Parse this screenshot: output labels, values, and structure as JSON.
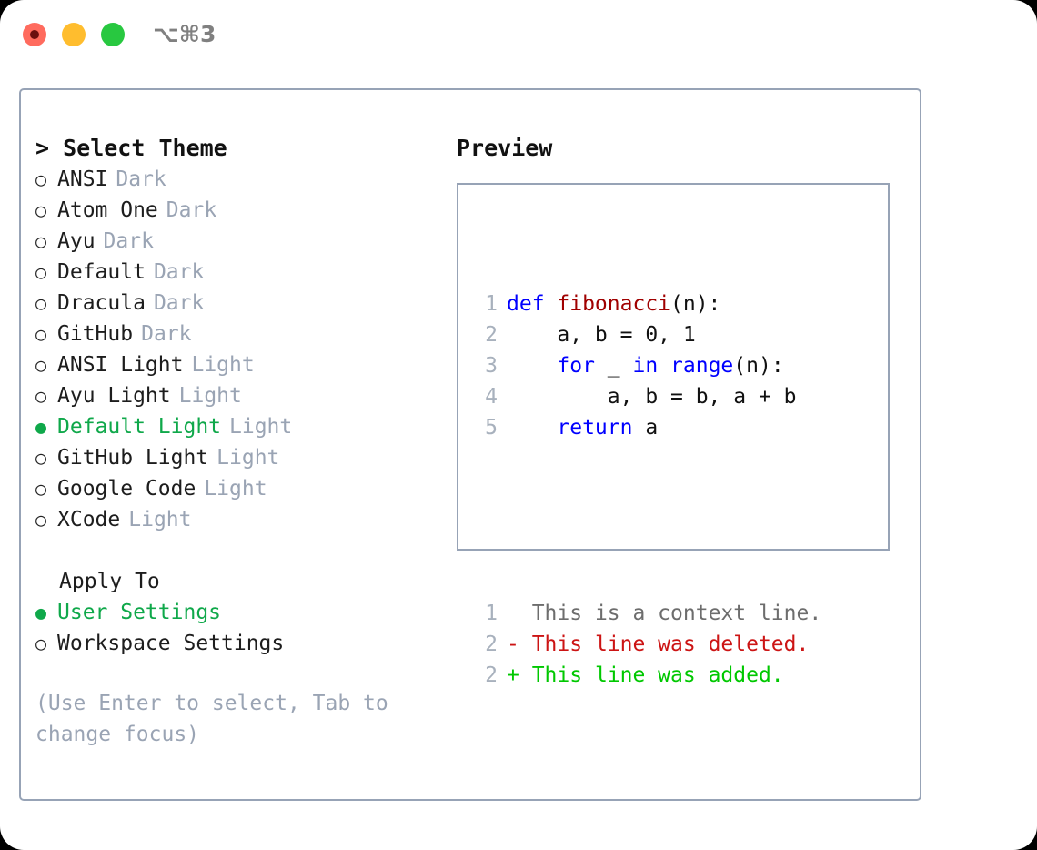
{
  "titlebar": {
    "lights": [
      {
        "name": "close",
        "color": "#ff6b5e"
      },
      {
        "name": "minimize",
        "color": "#ffbd2e"
      },
      {
        "name": "zoom",
        "color": "#28c840"
      }
    ],
    "shortcut": "⌥⌘3"
  },
  "colors": {
    "accent_green": "#0fa84a",
    "muted": "#9aa4b4",
    "border": "#97a3b6",
    "keyword": "#0000ff",
    "function": "#a00000",
    "diff_deleted": "#cc1414",
    "diff_added": "#00c800",
    "line_number": "#a8b1bd"
  },
  "left": {
    "header": "> Select Theme",
    "themes": [
      {
        "bullet": "○",
        "name": "ANSI",
        "kind": "Dark",
        "selected": false
      },
      {
        "bullet": "○",
        "name": "Atom One",
        "kind": "Dark",
        "selected": false
      },
      {
        "bullet": "○",
        "name": "Ayu",
        "kind": "Dark",
        "selected": false
      },
      {
        "bullet": "○",
        "name": "Default",
        "kind": "Dark",
        "selected": false
      },
      {
        "bullet": "○",
        "name": "Dracula",
        "kind": "Dark",
        "selected": false
      },
      {
        "bullet": "○",
        "name": "GitHub",
        "kind": "Dark",
        "selected": false
      },
      {
        "bullet": "○",
        "name": "ANSI Light",
        "kind": "Light",
        "selected": false
      },
      {
        "bullet": "○",
        "name": "Ayu Light",
        "kind": "Light",
        "selected": false
      },
      {
        "bullet": "●",
        "name": "Default Light",
        "kind": "Light",
        "selected": true
      },
      {
        "bullet": "○",
        "name": "GitHub Light",
        "kind": "Light",
        "selected": false
      },
      {
        "bullet": "○",
        "name": "Google Code",
        "kind": "Light",
        "selected": false
      },
      {
        "bullet": "○",
        "name": "XCode",
        "kind": "Light",
        "selected": false
      }
    ],
    "apply_to": {
      "title": "Apply To",
      "options": [
        {
          "bullet": "●",
          "name": "User Settings",
          "selected": true
        },
        {
          "bullet": "○",
          "name": "Workspace Settings",
          "selected": false
        }
      ]
    },
    "hint": "(Use Enter to select, Tab to change focus)"
  },
  "right": {
    "label": "Preview",
    "code_lines": [
      {
        "number": "1",
        "tokens": [
          {
            "text": "def ",
            "kind": "kw"
          },
          {
            "text": "fibonacci",
            "kind": "fn"
          },
          {
            "text": "(n):",
            "kind": "plain"
          }
        ]
      },
      {
        "number": "2",
        "tokens": [
          {
            "text": "    a, b = 0, 1",
            "kind": "plain"
          }
        ]
      },
      {
        "number": "3",
        "tokens": [
          {
            "text": "    ",
            "kind": "plain"
          },
          {
            "text": "for",
            "kind": "kw"
          },
          {
            "text": " _ ",
            "kind": "plain"
          },
          {
            "text": "in",
            "kind": "kw"
          },
          {
            "text": " ",
            "kind": "plain"
          },
          {
            "text": "range",
            "kind": "kw"
          },
          {
            "text": "(n):",
            "kind": "plain"
          }
        ]
      },
      {
        "number": "4",
        "tokens": [
          {
            "text": "        a, b = b, a + b",
            "kind": "plain"
          }
        ]
      },
      {
        "number": "5",
        "tokens": [
          {
            "text": "    ",
            "kind": "plain"
          },
          {
            "text": "return",
            "kind": "kw"
          },
          {
            "text": " a",
            "kind": "plain"
          }
        ]
      }
    ],
    "diff_lines": [
      {
        "number": "1",
        "marker": "  ",
        "text": "This is a context line.",
        "kind": "ctx"
      },
      {
        "number": "2",
        "marker": "- ",
        "text": "This line was deleted.",
        "kind": "del"
      },
      {
        "number": "2",
        "marker": "+ ",
        "text": "This line was added.",
        "kind": "add"
      }
    ]
  }
}
